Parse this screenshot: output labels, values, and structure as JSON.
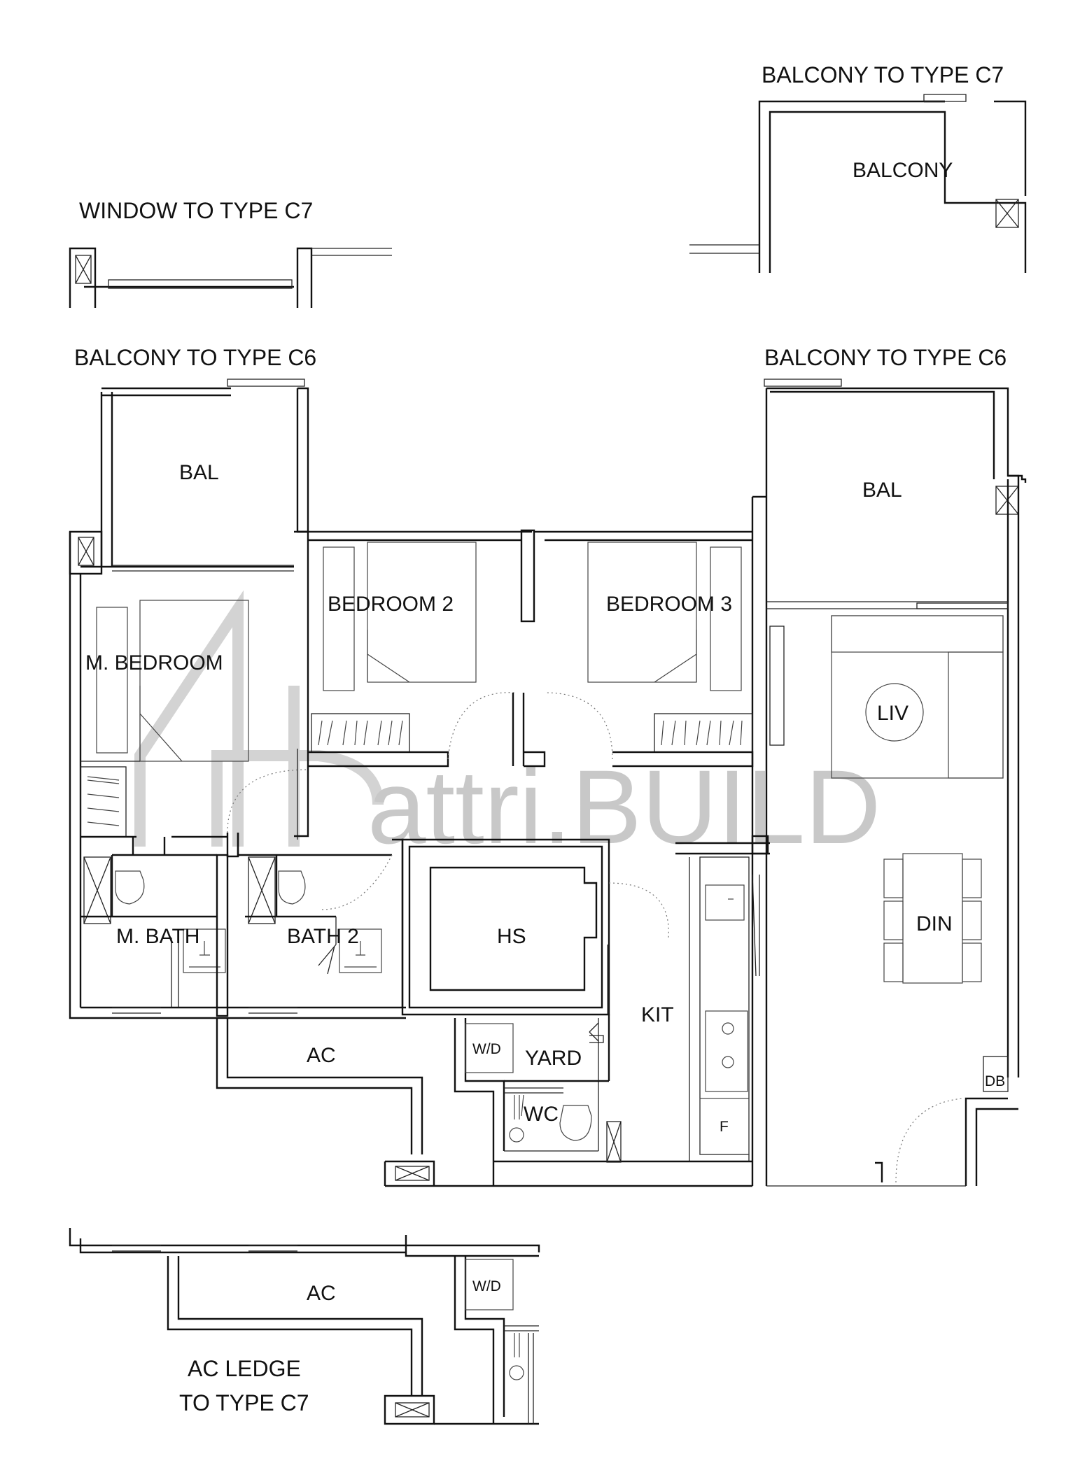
{
  "headings": {
    "window_c7": "WINDOW TO TYPE C7",
    "balcony_c7": "BALCONY TO TYPE C7",
    "balcony_c6_left": "BALCONY TO TYPE C6",
    "balcony_c6_right": "BALCONY TO TYPE C6",
    "ac_ledge_line1": "AC LEDGE",
    "ac_ledge_line2": "TO TYPE C7"
  },
  "rooms": {
    "balcony_c7": "BALCONY",
    "bal_left": "BAL",
    "bal_right": "BAL",
    "master_bedroom": "M. BEDROOM",
    "bedroom2": "BEDROOM 2",
    "bedroom3": "BEDROOM 3",
    "living": "LIV",
    "dining": "DIN",
    "master_bath": "M. BATH",
    "bath2": "BATH 2",
    "household_shelter": "HS",
    "kitchen": "KIT",
    "washer_dryer": "W/D",
    "yard": "YARD",
    "wc": "WC",
    "ac": "AC",
    "fridge": "F",
    "distribution_board": "DB",
    "ac_c7": "AC",
    "washer_dryer_c7": "W/D"
  },
  "watermark": {
    "text": "attri.BUILD"
  },
  "colors": {
    "line": "#111111",
    "watermark": "#c8c8c8"
  }
}
